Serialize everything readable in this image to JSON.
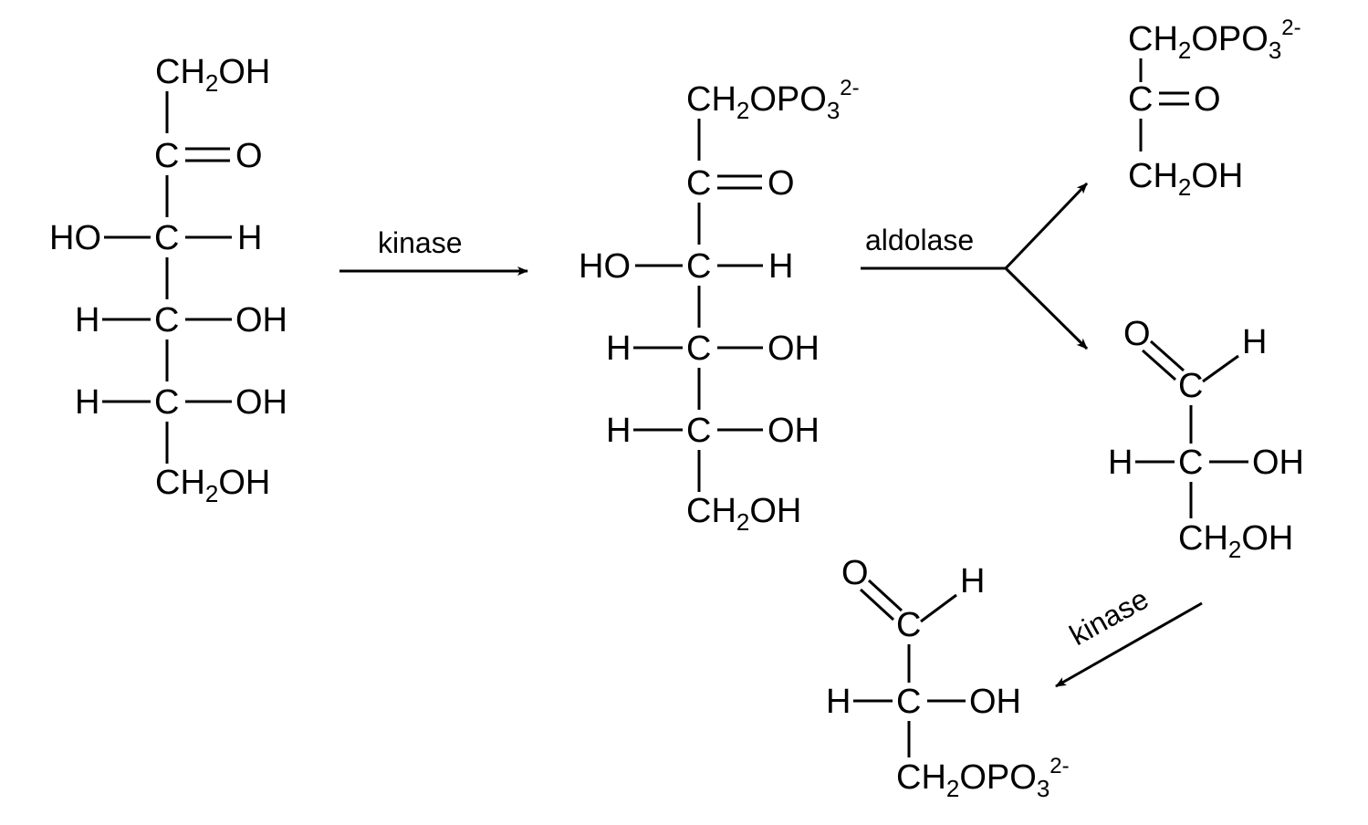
{
  "molecules": {
    "fructose": {
      "top": {
        "main": "CH",
        "sub": "2",
        "tail": "OH"
      },
      "c2": "C",
      "c2_o": "O",
      "c3": "C",
      "c3_left": "HO",
      "c3_right": "H",
      "c4": "C",
      "c4_left": "H",
      "c4_right": "OH",
      "c5": "C",
      "c5_left": "H",
      "c5_right": "OH",
      "bottom": {
        "main": "CH",
        "sub": "2",
        "tail": "OH"
      }
    },
    "fructose_phosphate": {
      "top": {
        "main": "CH",
        "sub": "2",
        "mid": "OPO",
        "sub2": "3",
        "sup": "2-"
      },
      "c2": "C",
      "c2_o": "O",
      "c3": "C",
      "c3_left": "HO",
      "c3_right": "H",
      "c4": "C",
      "c4_left": "H",
      "c4_right": "OH",
      "c5": "C",
      "c5_left": "H",
      "c5_right": "OH",
      "bottom": {
        "main": "CH",
        "sub": "2",
        "tail": "OH"
      }
    },
    "dhap": {
      "top": {
        "main": "CH",
        "sub": "2",
        "mid": "OPO",
        "sub2": "3",
        "sup": "2-"
      },
      "c2": "C",
      "c2_o": "O",
      "bottom": {
        "main": "CH",
        "sub": "2",
        "tail": "OH"
      }
    },
    "glyceraldehyde": {
      "o": "O",
      "h": "H",
      "c1": "C",
      "c2": "C",
      "c2_left": "H",
      "c2_right": "OH",
      "bottom": {
        "main": "CH",
        "sub": "2",
        "tail": "OH"
      }
    },
    "g3p": {
      "o": "O",
      "h": "H",
      "c1": "C",
      "c2": "C",
      "c2_left": "H",
      "c2_right": "OH",
      "bottom": {
        "main": "CH",
        "sub": "2",
        "mid": "OPO",
        "sub2": "3",
        "sup": "2-"
      }
    }
  },
  "arrows": {
    "kinase_1": "kinase",
    "aldolase": "aldolase",
    "kinase_2": "kinase"
  }
}
